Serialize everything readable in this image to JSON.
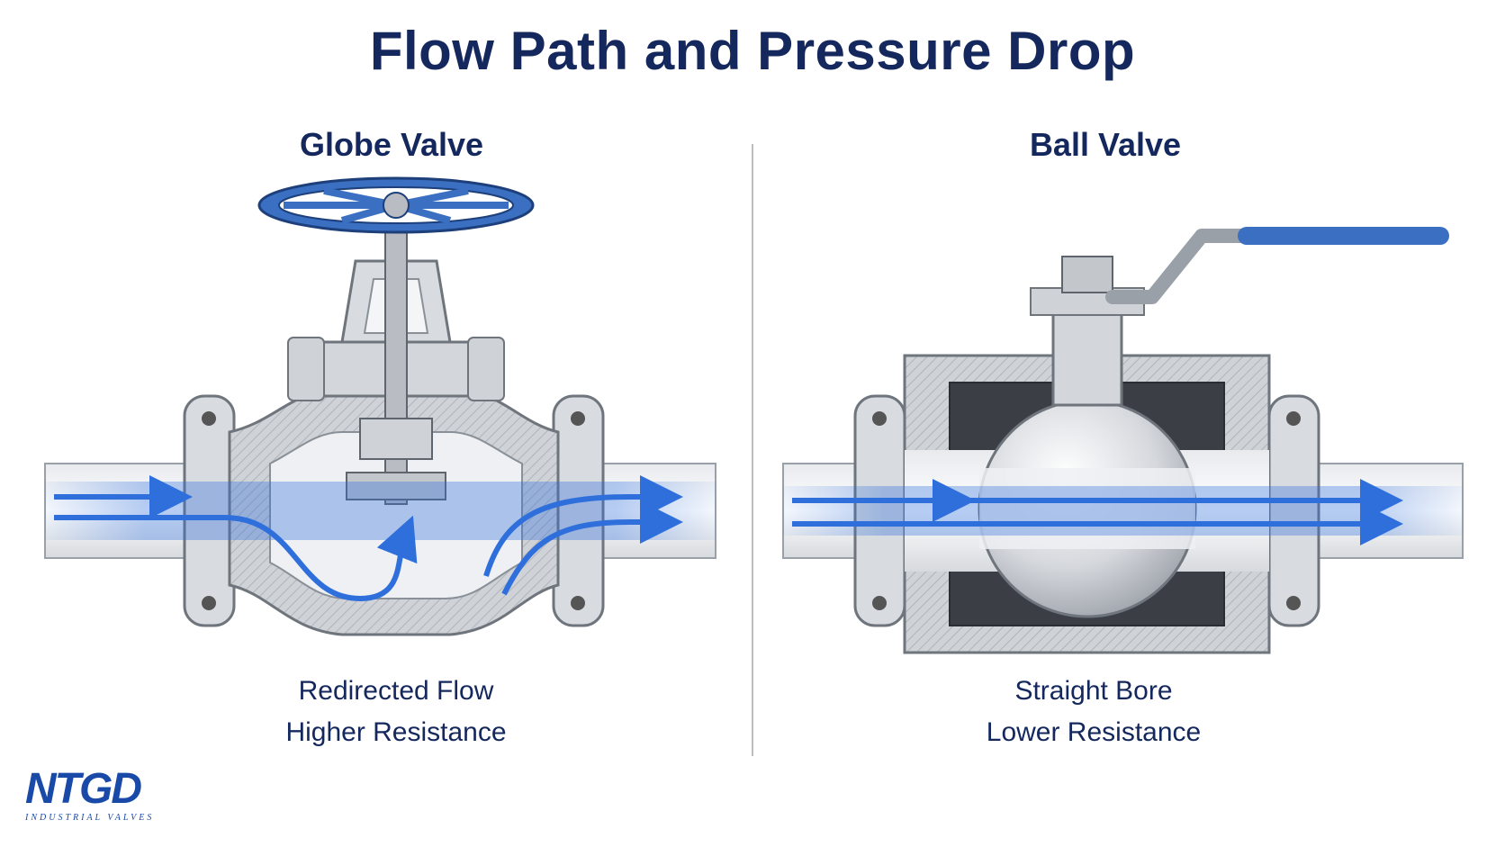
{
  "title": "Flow Path and Pressure Drop",
  "left": {
    "heading": "Globe Valve",
    "caption_line1": "Redirected Flow",
    "caption_line2": "Higher Resistance"
  },
  "right": {
    "heading": "Ball Valve",
    "caption_line1": "Straight Bore",
    "caption_line2": "Lower Resistance"
  },
  "logo": {
    "name": "NTGD",
    "tagline": "INDUSTRIAL VALVES"
  },
  "colors": {
    "title": "#14285e",
    "flow": "#2f6fdc",
    "handle": "#3a6fc2",
    "metal": "#c9ccd1"
  }
}
